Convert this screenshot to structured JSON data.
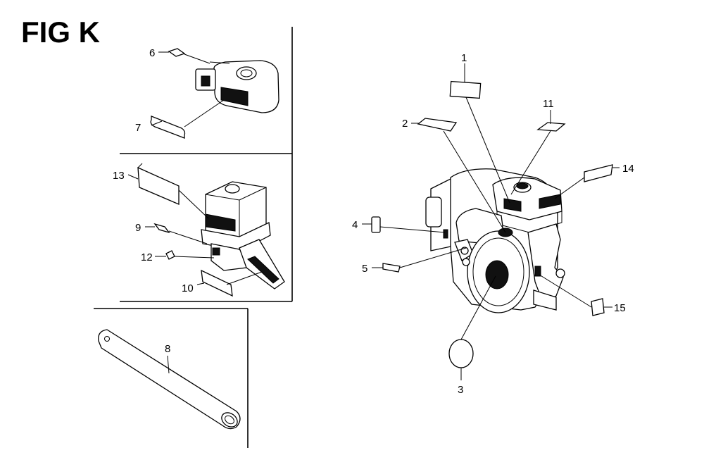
{
  "figure": {
    "title": "FIG K"
  },
  "callouts": [
    {
      "id": "1",
      "text": "1"
    },
    {
      "id": "2",
      "text": "2"
    },
    {
      "id": "3",
      "text": "3"
    },
    {
      "id": "4",
      "text": "4"
    },
    {
      "id": "5",
      "text": "5"
    },
    {
      "id": "6",
      "text": "6"
    },
    {
      "id": "7",
      "text": "7"
    },
    {
      "id": "8",
      "text": "8"
    },
    {
      "id": "9",
      "text": "9"
    },
    {
      "id": "10",
      "text": "10"
    },
    {
      "id": "11",
      "text": "11"
    },
    {
      "id": "12",
      "text": "12"
    },
    {
      "id": "13",
      "text": "13"
    },
    {
      "id": "14",
      "text": "14"
    },
    {
      "id": "15",
      "text": "15"
    }
  ]
}
